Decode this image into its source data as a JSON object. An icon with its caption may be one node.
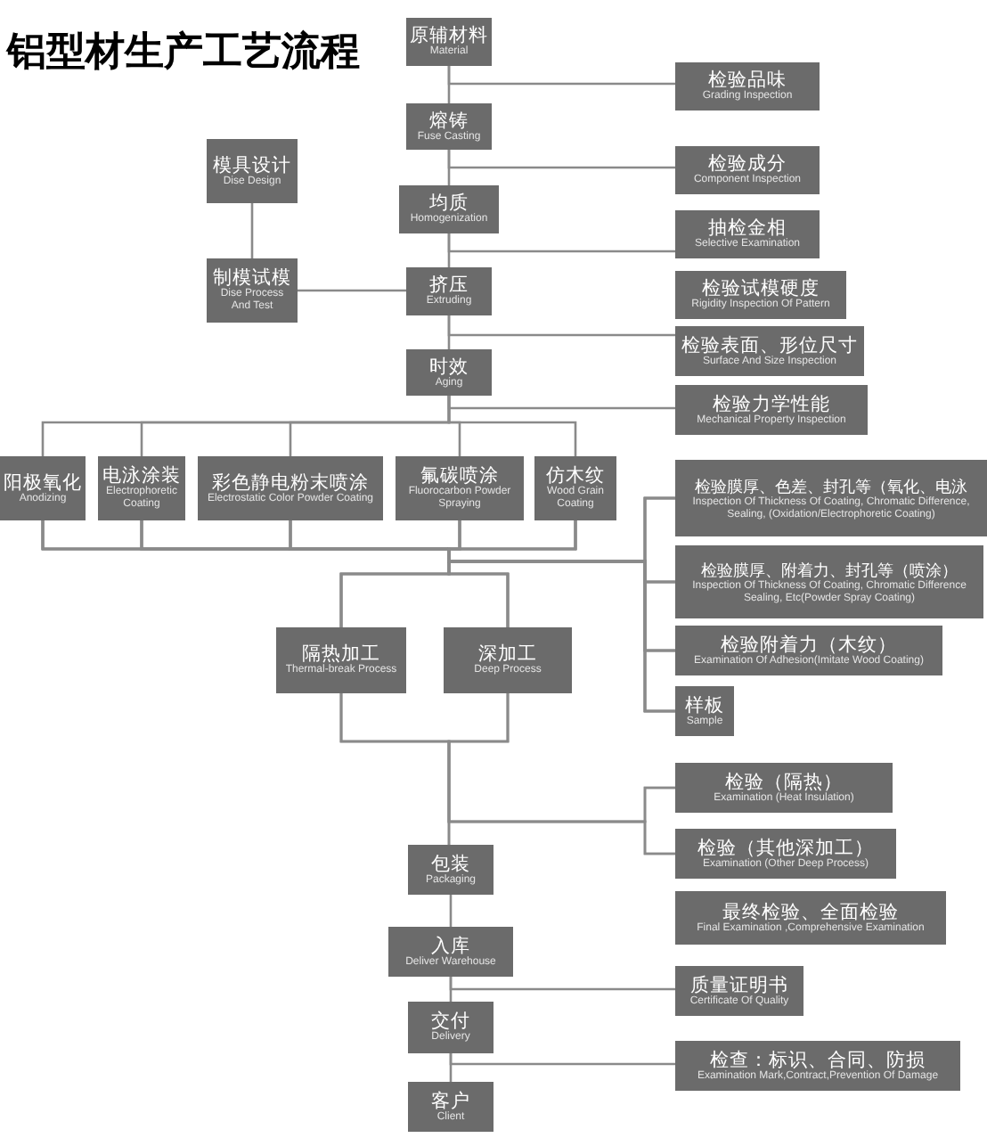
{
  "diagram": {
    "title": "铝型材生产工艺流程",
    "nodes": [
      {
        "text": [
          "原辅材料",
          "Material"
        ]
      },
      {
        "text": [
          "熔铸",
          "Fuse Casting"
        ]
      },
      {
        "text": [
          "均质",
          "Homogenization"
        ]
      },
      {
        "text": [
          "挤压",
          "Extruding"
        ]
      },
      {
        "text": [
          "时效",
          "Aging"
        ]
      },
      {
        "text": [
          "模具设计",
          "Dise Design"
        ]
      },
      {
        "text": [
          "制模试模",
          "Dise Process And Test"
        ]
      },
      {
        "text": [
          "检验品味",
          "Grading Inspection"
        ]
      },
      {
        "text": [
          "检验成分",
          "Component Inspection"
        ]
      },
      {
        "text": [
          "抽检金相",
          "Selective Examination"
        ]
      },
      {
        "text": [
          "检验试模硬度",
          "Rigidity Inspection Of Pattern"
        ]
      },
      {
        "text": [
          "检验表面、形位尺寸",
          "Surface And Size Inspection"
        ]
      },
      {
        "text": [
          "检验力学性能",
          "Mechanical Property Inspection"
        ]
      },
      {
        "text": [
          "阳极氧化",
          "Anodizing"
        ]
      },
      {
        "text": [
          "电泳涂装",
          "Electrophoretic Coating"
        ]
      },
      {
        "text": [
          "彩色静电粉末喷涂",
          "Electrostatic Color Powder Coating"
        ]
      },
      {
        "text": [
          "氟碳喷涂",
          "Fluorocarbon Powder Spraying"
        ]
      },
      {
        "text": [
          "仿木纹",
          "Wood Grain Coating"
        ]
      },
      {
        "text": [
          "检验膜厚、色差、封孔等（氧化、电泳",
          "Inspection Of Thickness Of Coating, Chromatic Difference, Sealing, (Oxidation/Electrophoretic Coating)"
        ]
      },
      {
        "text": [
          "检验膜厚、附着力、封孔等（喷涂）",
          "Inspection Of Thickness Of Coating, Chromatic Difference Sealing, Etc(Powder Spray Coating)"
        ]
      },
      {
        "text": [
          "检验附着力（木纹）",
          "Examination Of Adhesion(Imitate Wood Coating)"
        ]
      },
      {
        "text": [
          "样板",
          "Sample"
        ]
      },
      {
        "text": [
          "隔热加工",
          "Thermal-break Process"
        ]
      },
      {
        "text": [
          "深加工",
          "Deep Process"
        ]
      },
      {
        "text": [
          "检验（隔热）",
          "Examination (Heat Insulation)"
        ]
      },
      {
        "text": [
          "检验（其他深加工）",
          "Examination (Other Deep Process)"
        ]
      },
      {
        "text": [
          "最终检验、全面检验",
          "Final Examination ,Comprehensive Examination"
        ]
      },
      {
        "text": [
          "包装",
          "Packaging"
        ]
      },
      {
        "text": [
          "入库",
          "Deliver Warehouse"
        ]
      },
      {
        "text": [
          "质量证明书",
          "Certificate Of Quality"
        ]
      },
      {
        "text": [
          "交付",
          "Delivery"
        ]
      },
      {
        "text": [
          "检查：标识、合同、防损",
          "Examination Mark,Contract,Prevention Of Damage"
        ]
      },
      {
        "text": [
          "客户",
          "Client"
        ]
      }
    ],
    "edges": [
      {
        "from": 0,
        "to": 1,
        "arrow": "none"
      },
      {
        "from": 1,
        "to": 2,
        "arrow": "none"
      },
      {
        "from": 2,
        "to": 3,
        "arrow": "none"
      },
      {
        "from": 3,
        "to": 4,
        "arrow": "none"
      },
      {
        "from": 5,
        "to": 6,
        "arrow": "none"
      },
      {
        "from": 6,
        "to": 3,
        "arrow": "none"
      },
      {
        "from": 0,
        "to": 7,
        "arrow": "none"
      },
      {
        "from": 1,
        "to": 8,
        "arrow": "none"
      },
      {
        "from": 2,
        "to": 9,
        "arrow": "none"
      },
      {
        "from": 3,
        "to": 11,
        "arrow": "none"
      },
      {
        "from": 4,
        "to": 12,
        "arrow": "none"
      },
      {
        "from": 4,
        "to": 13,
        "arrow": "none"
      },
      {
        "from": 4,
        "to": 14,
        "arrow": "none"
      },
      {
        "from": 4,
        "to": 15,
        "arrow": "none"
      },
      {
        "from": 4,
        "to": 16,
        "arrow": "none"
      },
      {
        "from": 4,
        "to": 17,
        "arrow": "none"
      },
      {
        "from": 13,
        "to": 22,
        "arrow": "none"
      },
      {
        "from": 13,
        "to": 23,
        "arrow": "none"
      },
      {
        "from": 14,
        "to": 22,
        "arrow": "none"
      },
      {
        "from": 14,
        "to": 23,
        "arrow": "none"
      },
      {
        "from": 15,
        "to": 22,
        "arrow": "none"
      },
      {
        "from": 15,
        "to": 23,
        "arrow": "none"
      },
      {
        "from": 16,
        "to": 22,
        "arrow": "none"
      },
      {
        "from": 16,
        "to": 23,
        "arrow": "none"
      },
      {
        "from": 17,
        "to": 22,
        "arrow": "none"
      },
      {
        "from": 17,
        "to": 23,
        "arrow": "none"
      },
      {
        "from": 13,
        "to": 18,
        "arrow": "none"
      },
      {
        "from": 13,
        "to": 19,
        "arrow": "none"
      },
      {
        "from": 13,
        "to": 20,
        "arrow": "none"
      },
      {
        "from": 13,
        "to": 21,
        "arrow": "none"
      },
      {
        "from": 14,
        "to": 18,
        "arrow": "none"
      },
      {
        "from": 14,
        "to": 19,
        "arrow": "none"
      },
      {
        "from": 14,
        "to": 20,
        "arrow": "none"
      },
      {
        "from": 14,
        "to": 21,
        "arrow": "none"
      },
      {
        "from": 15,
        "to": 18,
        "arrow": "none"
      },
      {
        "from": 15,
        "to": 19,
        "arrow": "none"
      },
      {
        "from": 15,
        "to": 20,
        "arrow": "none"
      },
      {
        "from": 15,
        "to": 21,
        "arrow": "none"
      },
      {
        "from": 16,
        "to": 18,
        "arrow": "none"
      },
      {
        "from": 16,
        "to": 19,
        "arrow": "none"
      },
      {
        "from": 16,
        "to": 20,
        "arrow": "none"
      },
      {
        "from": 16,
        "to": 21,
        "arrow": "none"
      },
      {
        "from": 17,
        "to": 18,
        "arrow": "none"
      },
      {
        "from": 17,
        "to": 19,
        "arrow": "none"
      },
      {
        "from": 17,
        "to": 20,
        "arrow": "none"
      },
      {
        "from": 17,
        "to": 21,
        "arrow": "none"
      },
      {
        "from": 22,
        "to": 27,
        "arrow": "none"
      },
      {
        "from": 23,
        "to": 27,
        "arrow": "none"
      },
      {
        "from": 22,
        "to": 24,
        "arrow": "none"
      },
      {
        "from": 22,
        "to": 25,
        "arrow": "none"
      },
      {
        "from": 23,
        "to": 24,
        "arrow": "none"
      },
      {
        "from": 23,
        "to": 25,
        "arrow": "none"
      },
      {
        "from": 27,
        "to": 28,
        "arrow": "none"
      },
      {
        "from": 28,
        "to": 30,
        "arrow": "none"
      },
      {
        "from": 30,
        "to": 32,
        "arrow": "none"
      },
      {
        "from": 28,
        "to": 29,
        "arrow": "none"
      },
      {
        "from": 30,
        "to": 31,
        "arrow": "none"
      }
    ]
  }
}
